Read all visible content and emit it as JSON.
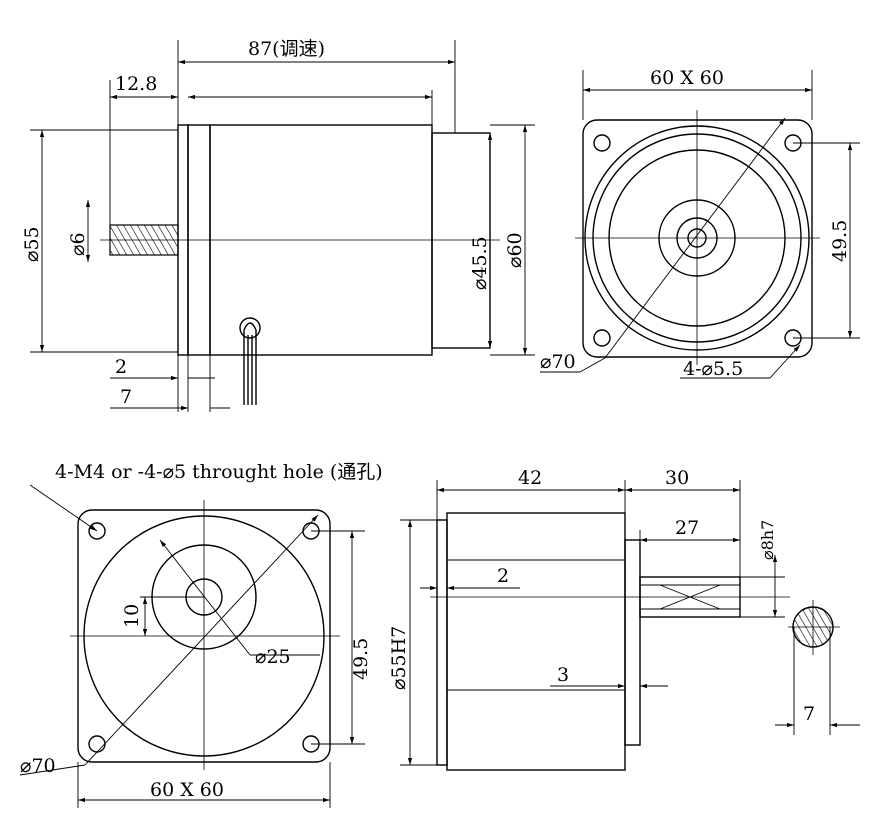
{
  "top_side_view": {
    "length_label": "87(调速)",
    "shaft_length_label": "12.8",
    "flange_dia_label": "⌀55",
    "shaft_dia_label": "⌀6",
    "rear_dia_label": "⌀45.5",
    "body_dia_label": "⌀60",
    "flange_step_label": "2",
    "flange_thickness_label": "7"
  },
  "top_front_view": {
    "size_label": "60 X 60",
    "hole_spacing_label": "49.5",
    "pcd_label": "⌀70",
    "holes_label": "4-⌀5.5"
  },
  "bottom_front_view": {
    "holes_note": "4-M4 or -4-⌀5 throught hole (通孔)",
    "offset_label": "10",
    "hub_dia_label": "⌀25",
    "hole_spacing_label": "49.5",
    "pcd_label": "⌀70",
    "size_label": "60 X 60"
  },
  "bottom_side_view": {
    "body_length_label": "42",
    "shaft_total_label": "30",
    "shaft_length_label": "27",
    "shaft_dia_label": "⌀8h7",
    "flange_step_label": "2",
    "spigot_dia_label": "⌀55H7",
    "neck_label": "3",
    "key_label": "7"
  }
}
